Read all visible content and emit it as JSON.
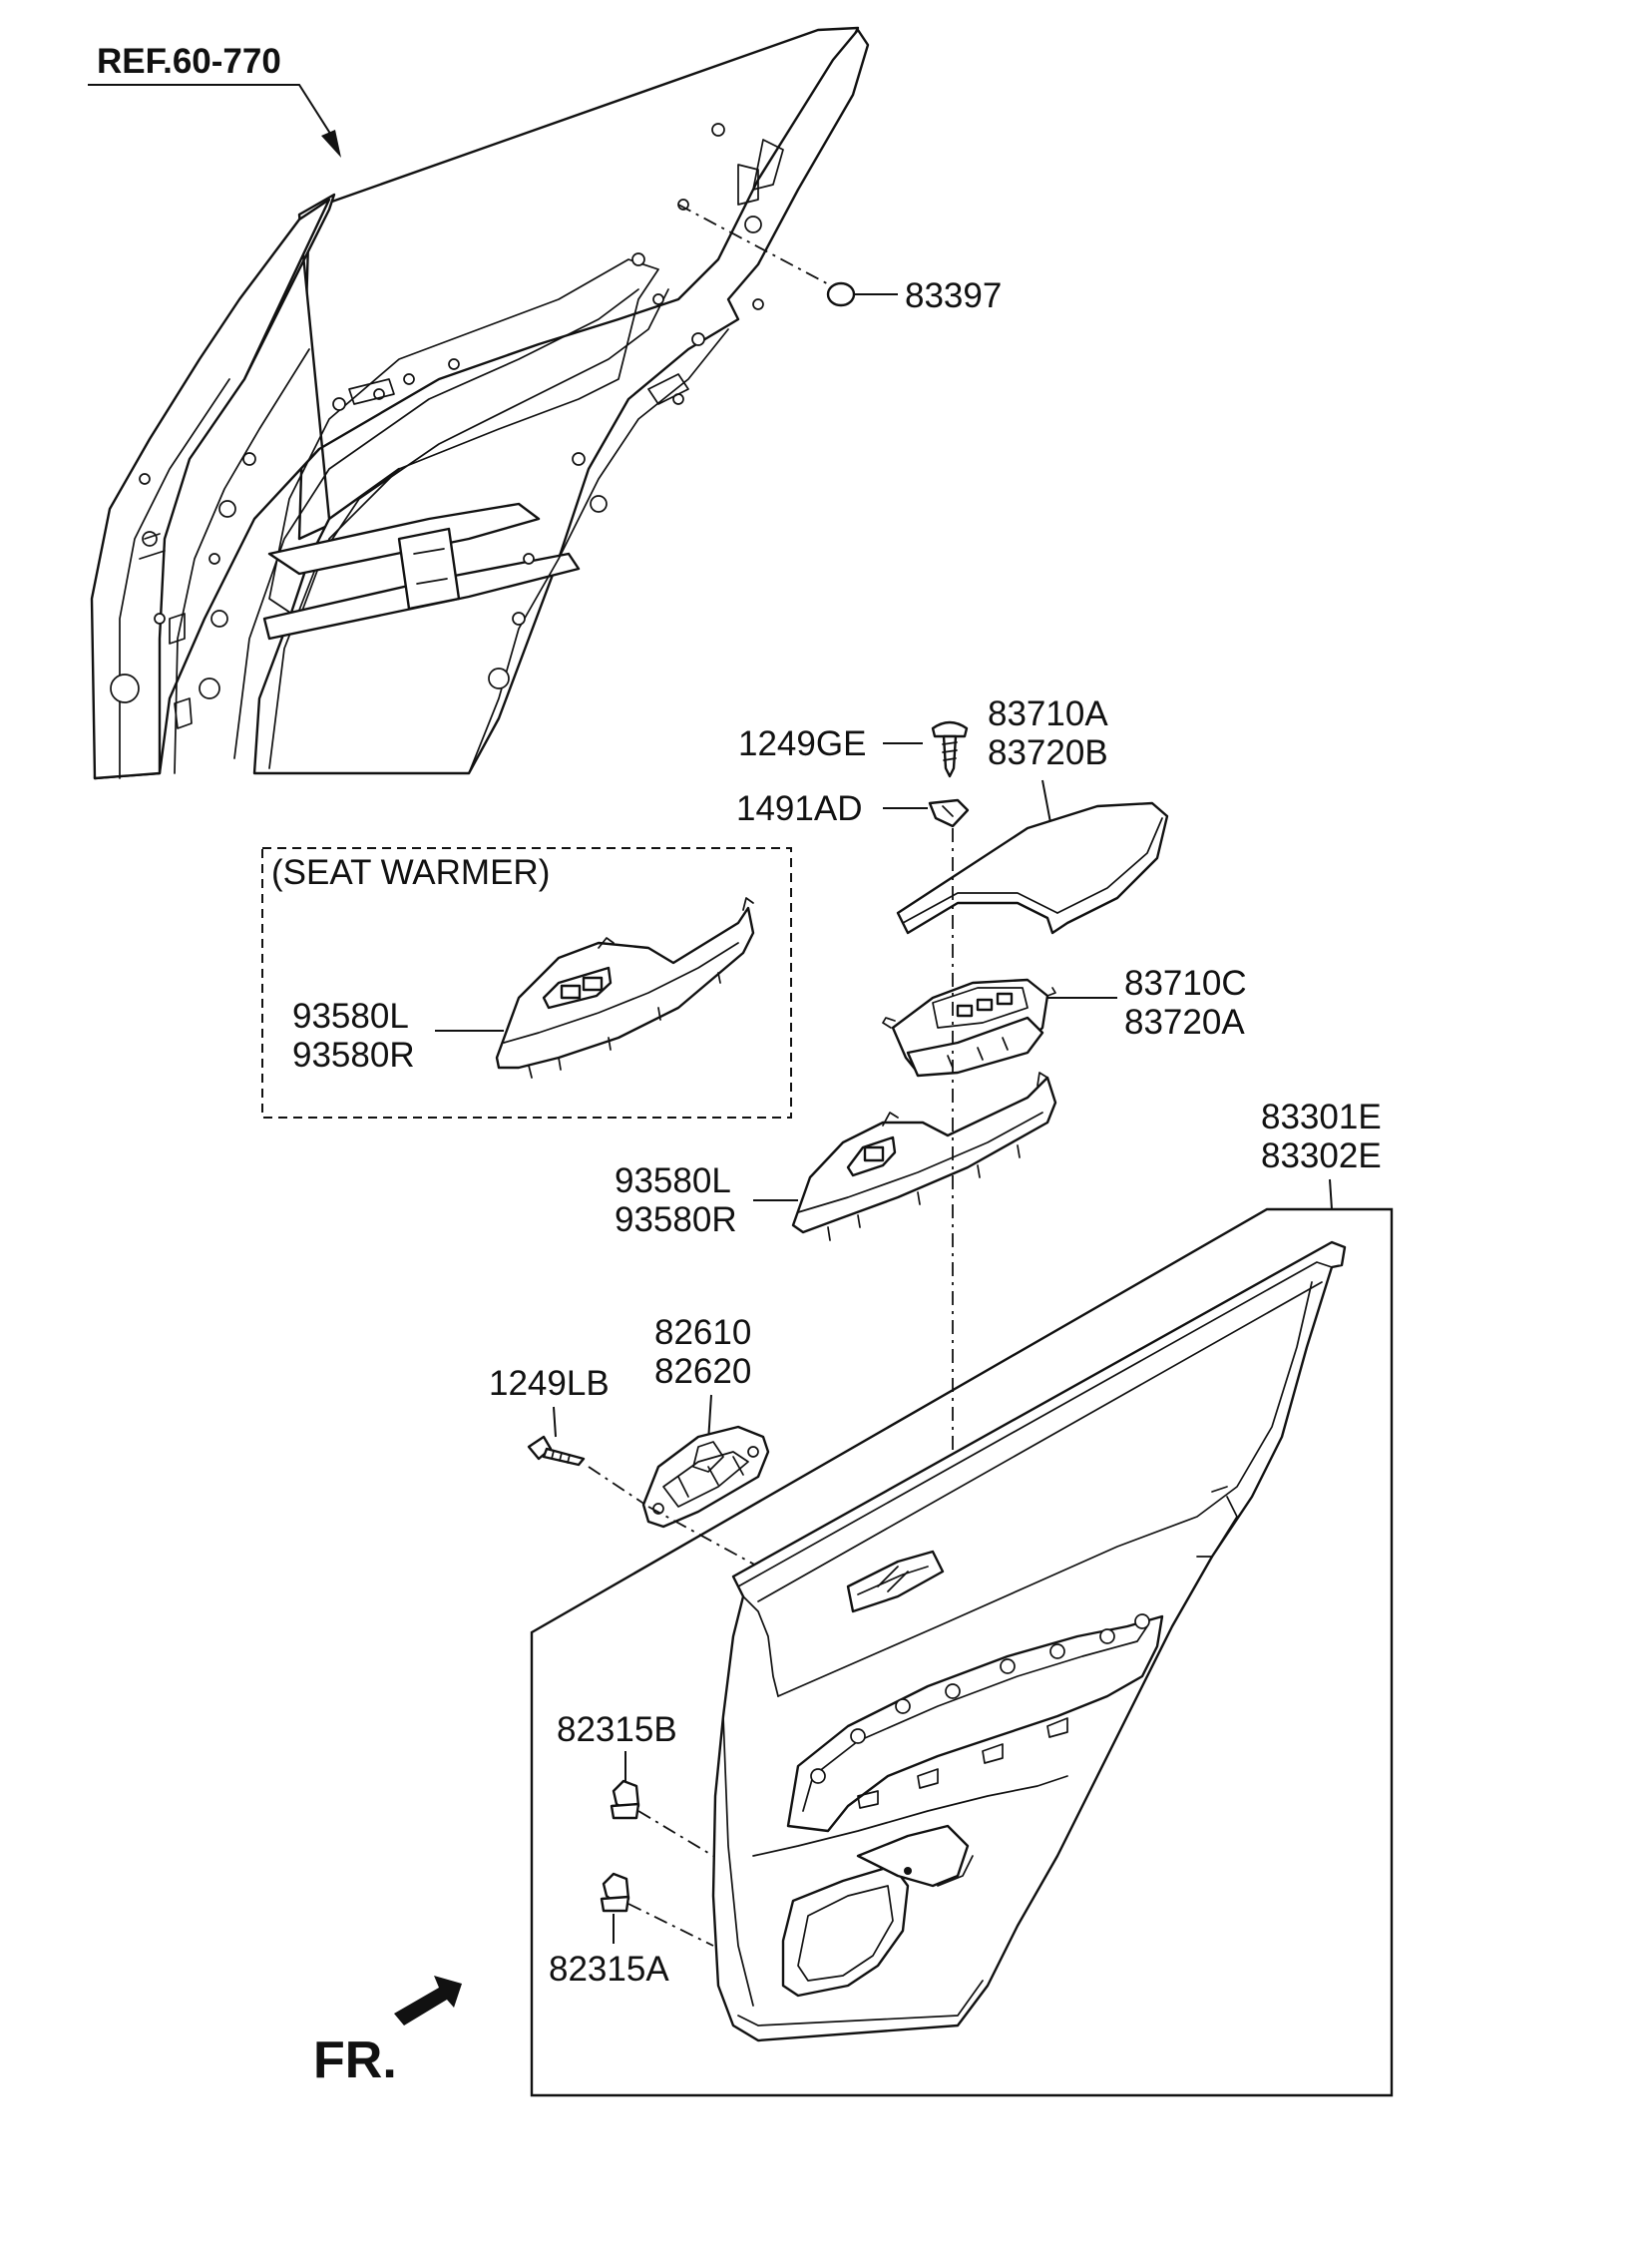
{
  "labels": {
    "ref": "REF.60-770",
    "p83397": "83397",
    "p1249GE": "1249GE",
    "p83710A": "83710A",
    "p83720B": "83720B",
    "p1491AD": "1491AD",
    "seat_warmer": "(SEAT WARMER)",
    "p93580L_box": "93580L",
    "p93580R_box": "93580R",
    "p83710C": "83710C",
    "p83720A": "83720A",
    "p83301E": "83301E",
    "p83302E": "83302E",
    "p93580L": "93580L",
    "p93580R": "93580R",
    "p82610": "82610",
    "p82620": "82620",
    "p1249LB": "1249LB",
    "p82315B": "82315B",
    "p82315A": "82315A",
    "fr": "FR."
  }
}
